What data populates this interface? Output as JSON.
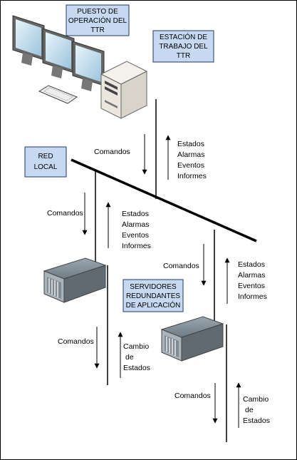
{
  "boxes": {
    "puesto": {
      "lines": [
        "PUESTO DE",
        "OPERACIÓN DEL",
        "TTR"
      ]
    },
    "estacion": {
      "lines": [
        "ESTACIÓN DE",
        "TRABAJO DEL",
        "TTR"
      ]
    },
    "red": {
      "lines": [
        "RED",
        "LOCAL"
      ]
    },
    "servidores": {
      "lines": [
        "SERVIDORES",
        "REDUNDANTES",
        "DE APLICACIÓN"
      ]
    }
  },
  "labels": {
    "comandos": "Comandos",
    "estados": "Estados",
    "alarmas": "Alarmas",
    "eventos": "Eventos",
    "informes": "Informes",
    "cambio": "Cambio",
    "de": "de",
    "estados_cap": "Estados"
  },
  "colors": {
    "box_fill": "#c6d9f1",
    "box_border": "#1f3864",
    "line": "#000000",
    "server": "#7a8690",
    "monitor": "#6d6d6d"
  },
  "icons": [
    "monitor-icon",
    "keyboard-icon",
    "tower-pc-icon",
    "rack-server-icon"
  ]
}
